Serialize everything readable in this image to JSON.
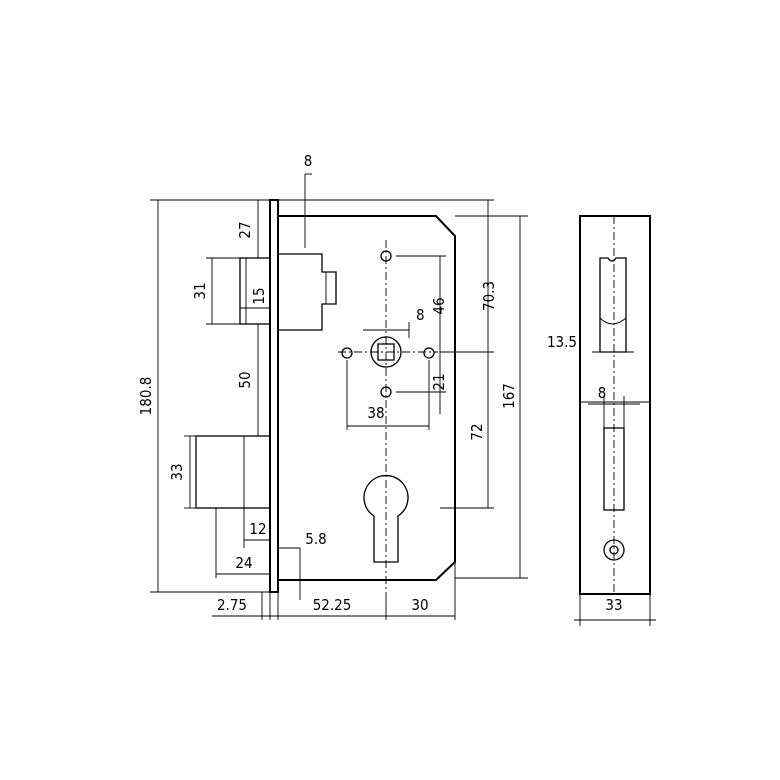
{
  "dimensions": {
    "overall_height": "180.8",
    "top_offset": "8",
    "latch_to_top": "27",
    "latch_height": "31",
    "latch_width": "15",
    "latch_to_bolt": "50",
    "bolt_height": "33",
    "bolt_width": "12",
    "bolt_throw": "24",
    "faceplate_offset": "5.8",
    "faceplate_thickness": "2.75",
    "backset": "52.25",
    "hole_spacing": "30",
    "follower_square": "8",
    "hole_spacing_horizontal": "38",
    "hole_top_vertical": "46",
    "hole_bottom_vertical": "21",
    "follower_to_top": "70.3",
    "follower_to_cylinder": "72",
    "case_height": "167",
    "faceplate_slot_width": "13.5",
    "faceplate_bolt_slot": "8",
    "faceplate_width": "33"
  }
}
